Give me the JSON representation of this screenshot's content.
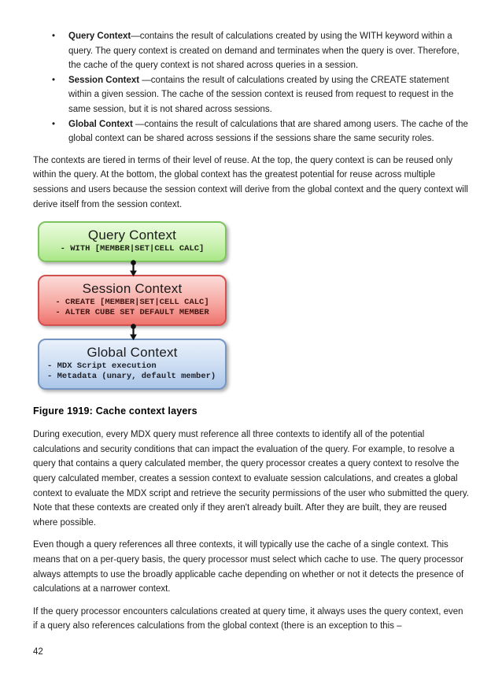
{
  "list": {
    "bullet_char": "•",
    "items": [
      {
        "bold": "Query Context",
        "rest": "—contains the result of calculations created by using the WITH keyword within a query. The query context is created on demand and terminates when the query is over. Therefore, the cache of the query context is not shared across queries in a session."
      },
      {
        "bold": "Session Context",
        "rest": " —contains the result of calculations created by using the CREATE statement within a given session. The cache of the session context is reused from request to request in the same session, but it is not shared across sessions."
      },
      {
        "bold": "Global Context",
        "rest": " —contains the result of calculations that are shared among users. The cache of the global context can be shared across sessions if the sessions share the same security roles."
      }
    ]
  },
  "paragraphs": {
    "tiered": "The contexts are tiered in terms of their level of reuse. At the top, the query context is can be reused only within the query. At the bottom, the global context has the greatest potential for reuse across multiple sessions and users because the session context will derive from the global context and the query context will derive itself from the session context.",
    "during_execution": "During execution, every MDX query must reference all three contexts to identify all of the potential calculations and security conditions that can impact the evaluation of the query. For example, to resolve a query that contains a query calculated member, the query processor creates a query context to resolve the query calculated member, creates a session context to evaluate session calculations, and creates a global context to evaluate the MDX script and retrieve the security permissions of the user who submitted the query. Note that these contexts are created only if they aren't already built. After they are built, they are reused where possible.",
    "even_though": "Even though a query references all three contexts, it will typically use the cache of a single context. This means that on a per-query basis, the query processor must select which cache to use. The query processor always attempts to use the broadly applicable cache depending on whether or not it detects the presence of calculations at a narrower context.",
    "if_query": "If the query processor encounters calculations created at query time, it always uses the query context, even if a query also references calculations from the global context (there is an exception to this –"
  },
  "figure": {
    "caption": "Figure 1919: Cache context layers",
    "arrow_color": "#111111",
    "boxes": [
      {
        "title": "Query Context",
        "lines": [
          "- WITH [MEMBER|SET|CELL CALC]"
        ],
        "fill_top": "#eafbde",
        "fill_mid": "#ccf2b3",
        "fill_bottom": "#a9e787",
        "border_color": "#7fc260",
        "line_color": "#1f2416"
      },
      {
        "title": "Session Context",
        "lines": [
          "- CREATE [MEMBER|SET|CELL CALC]",
          "- ALTER CUBE SET DEFAULT MEMBER"
        ],
        "fill_top": "#fbdcd9",
        "fill_mid": "#f7a9a3",
        "fill_bottom": "#ef736d",
        "border_color": "#d25150",
        "line_color": "#451613"
      },
      {
        "title": "Global Context",
        "lines": [
          "- MDX Script execution",
          "- Metadata (unary, default member)"
        ],
        "fill_top": "#e9f1fb",
        "fill_mid": "#cbdcf2",
        "fill_bottom": "#abc6e9",
        "border_color": "#7695c1",
        "line_color": "#20222b"
      }
    ]
  },
  "page_number": "42"
}
